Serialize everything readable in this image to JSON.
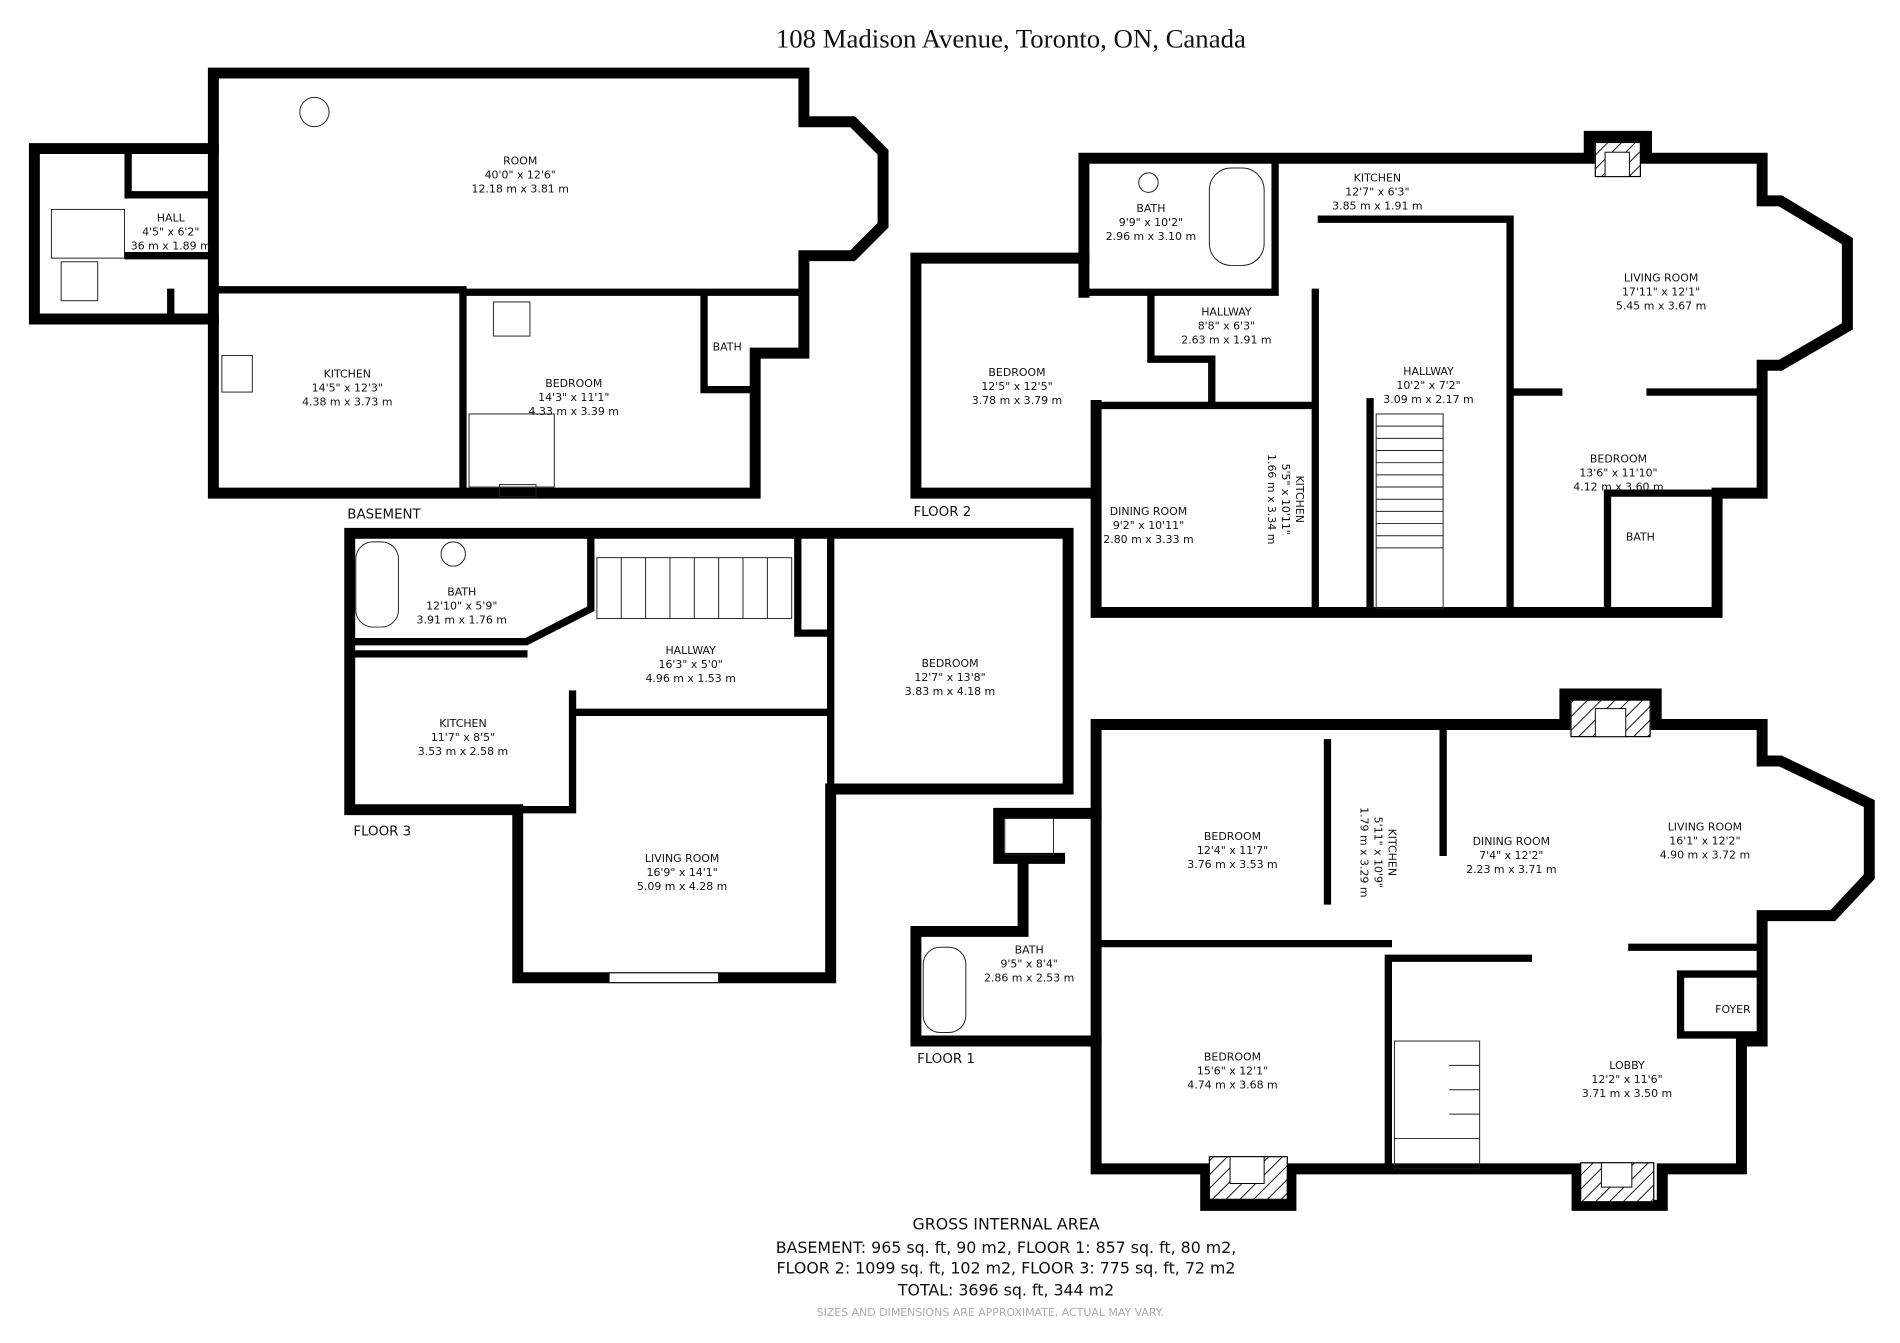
{
  "title": "108 Madison Avenue, Toronto, ON, Canada",
  "floors": [
    {
      "label": "BASEMENT",
      "rooms": [
        {
          "name": "ROOM",
          "imperial": "40'0\" x 12'6\"",
          "metric": "12.18 m x 3.81 m"
        },
        {
          "name": "HALL",
          "imperial": "4'5\" x 6'2\"",
          "metric": "36 m x 1.89 m"
        },
        {
          "name": "KITCHEN",
          "imperial": "14'5\" x 12'3\"",
          "metric": "4.38 m x 3.73 m"
        },
        {
          "name": "BEDROOM",
          "imperial": "14'3\" x 11'1\"",
          "metric": "4.33 m x 3.39 m"
        },
        {
          "name": "BATH"
        }
      ]
    },
    {
      "label": "FLOOR 2",
      "rooms": [
        {
          "name": "BATH",
          "imperial": "9'9\" x 10'2\"",
          "metric": "2.96 m x 3.10 m"
        },
        {
          "name": "KITCHEN",
          "imperial": "12'7\" x 6'3\"",
          "metric": "3.85 m x 1.91 m"
        },
        {
          "name": "LIVING ROOM",
          "imperial": "17'11\" x 12'1\"",
          "metric": "5.45 m x 3.67 m"
        },
        {
          "name": "HALLWAY",
          "imperial": "8'8\" x 6'3\"",
          "metric": "2.63 m x 1.91 m"
        },
        {
          "name": "HALLWAY",
          "imperial": "10'2\" x 7'2\"",
          "metric": "3.09 m x 2.17 m"
        },
        {
          "name": "BEDROOM",
          "imperial": "12'5\" x 12'5\"",
          "metric": "3.78 m x 3.79 m"
        },
        {
          "name": "BEDROOM",
          "imperial": "13'6\" x 11'10\"",
          "metric": "4.12 m x 3.60 m"
        },
        {
          "name": "DINING ROOM",
          "imperial": "9'2\" x 10'11\"",
          "metric": "2.80 m x 3.33 m"
        },
        {
          "name": "KITCHEN",
          "imperial": "5'5\" x 10'11\"",
          "metric": "1.66 m x 3.34 m"
        },
        {
          "name": "BATH"
        }
      ]
    },
    {
      "label": "FLOOR 3",
      "rooms": [
        {
          "name": "BATH",
          "imperial": "12'10\" x 5'9\"",
          "metric": "3.91 m x 1.76 m"
        },
        {
          "name": "HALLWAY",
          "imperial": "16'3\" x 5'0\"",
          "metric": "4.96 m x 1.53 m"
        },
        {
          "name": "BEDROOM",
          "imperial": "12'7\" x 13'8\"",
          "metric": "3.83 m x 4.18 m"
        },
        {
          "name": "KITCHEN",
          "imperial": "11'7\" x 8'5\"",
          "metric": "3.53 m x 2.58 m"
        },
        {
          "name": "LIVING ROOM",
          "imperial": "16'9\" x 14'1\"",
          "metric": "5.09 m x 4.28 m"
        }
      ]
    },
    {
      "label": "FLOOR 1",
      "rooms": [
        {
          "name": "BEDROOM",
          "imperial": "12'4\" x 11'7\"",
          "metric": "3.76 m x 3.53 m"
        },
        {
          "name": "KITCHEN",
          "imperial": "5'11\" x 10'9\"",
          "metric": "1.79 m x 3.29 m"
        },
        {
          "name": "DINING ROOM",
          "imperial": "7'4\" x 12'2\"",
          "metric": "2.23 m x 3.71 m"
        },
        {
          "name": "LIVING ROOM",
          "imperial": "16'1\" x 12'2\"",
          "metric": "4.90 m x 3.72 m"
        },
        {
          "name": "BATH",
          "imperial": "9'5\" x 8'4\"",
          "metric": "2.86 m x 2.53 m"
        },
        {
          "name": "FOYER"
        },
        {
          "name": "BEDROOM",
          "imperial": "15'6\" x 12'1\"",
          "metric": "4.74 m x 3.68 m"
        },
        {
          "name": "LOBBY",
          "imperial": "12'2\" x 11'6\"",
          "metric": "3.71 m x 3.50 m"
        }
      ]
    }
  ],
  "area": {
    "heading": "GROSS INTERNAL AREA",
    "lines": [
      "BASEMENT: 965 sq. ft, 90 m2, FLOOR 1: 857 sq. ft, 80 m2,",
      "FLOOR 2: 1099 sq. ft, 102 m2, FLOOR 3: 775 sq. ft, 72 m2",
      "TOTAL: 3696 sq. ft, 344 m2"
    ],
    "disclaimer": "SIZES AND DIMENSIONS ARE APPROXIMATE, ACTUAL MAY VARY."
  }
}
